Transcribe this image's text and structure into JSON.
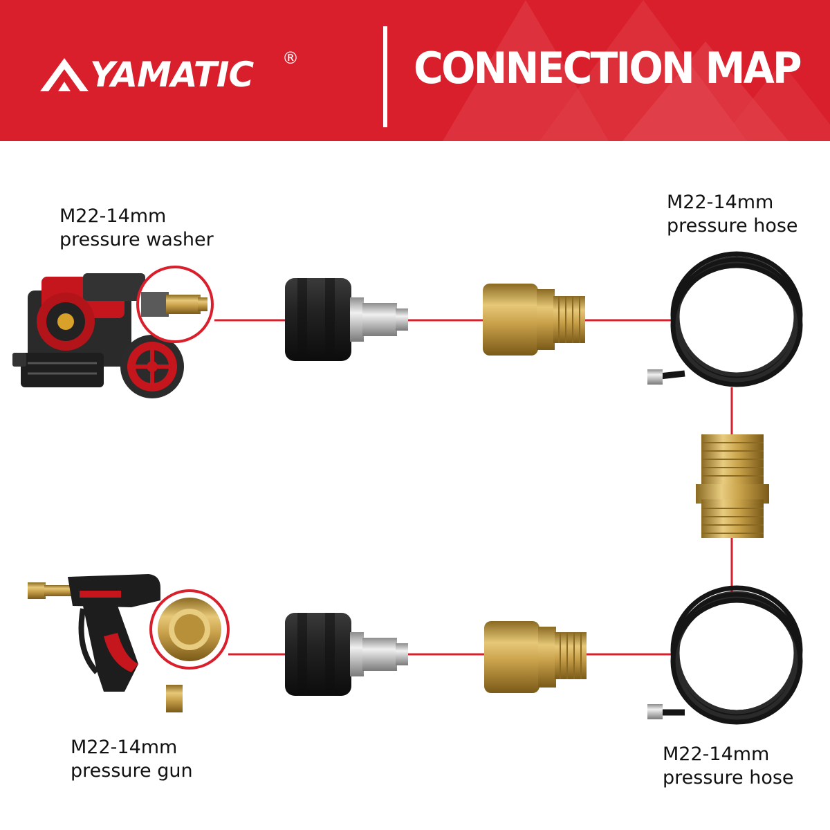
{
  "header": {
    "brand": "YAMATIC",
    "brand_mark": "®",
    "title": "CONNECTION MAP",
    "background_color": "#d91f2b"
  },
  "labels": {
    "washer": {
      "line1": "M22-14mm",
      "line2": "pressure washer"
    },
    "hose_top": {
      "line1": "M22-14mm",
      "line2": "pressure hose"
    },
    "gun": {
      "line1": "M22-14mm",
      "line2": "pressure gun"
    },
    "hose_bottom": {
      "line1": "M22-14mm",
      "line2": "pressure hose"
    }
  },
  "colors": {
    "connector_line": "#d91f2b",
    "brass": "#c9a24a",
    "black_rubber": "#1c1c1c",
    "steel": "#c8c8c8"
  },
  "icons": [
    "pressure-washer-icon",
    "pressure-gun-icon",
    "quick-connect-plug-icon",
    "quick-connect-socket-icon",
    "hose-coil-icon",
    "brass-coupler-icon"
  ]
}
